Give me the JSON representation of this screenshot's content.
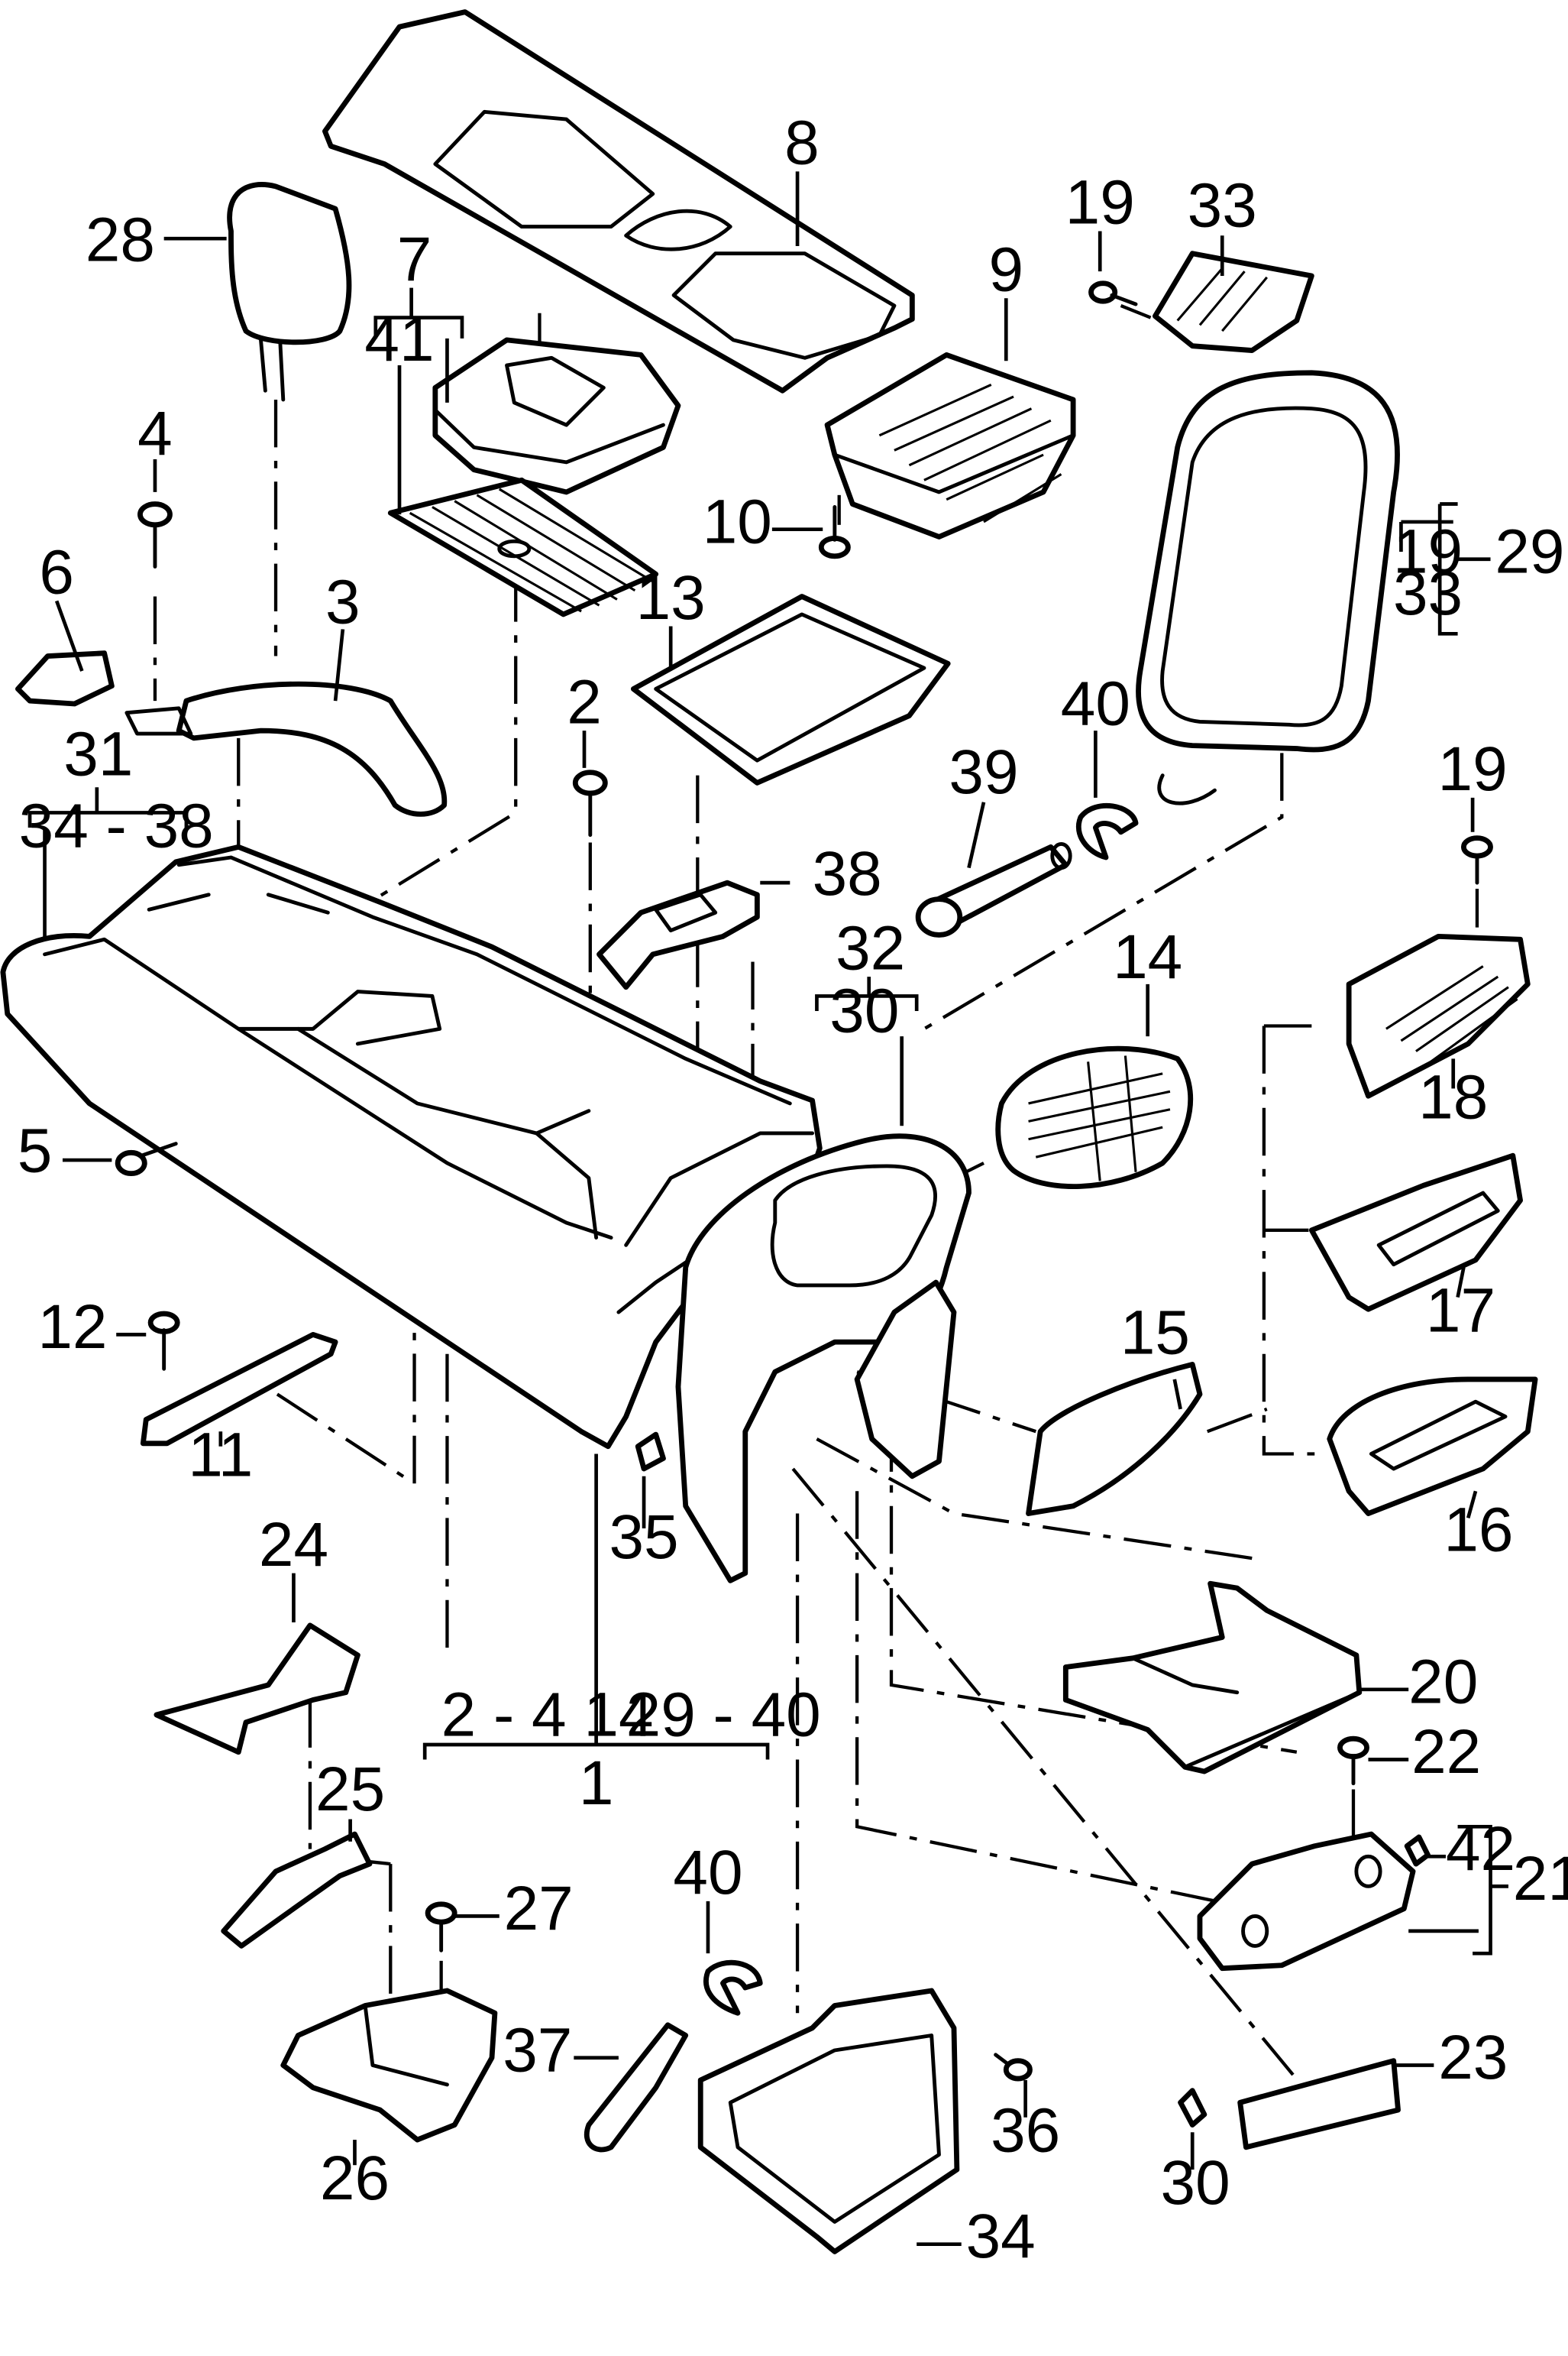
{
  "callouts": {
    "c1": "1",
    "c2a": "2",
    "c2_4_14": "2 - 4  14",
    "c3": "3",
    "c4": "4",
    "c5": "5",
    "c6": "6",
    "c7": "7",
    "c8": "8",
    "c9": "9",
    "c10": "10",
    "c11": "11",
    "c12": "12",
    "c13": "13",
    "c14": "14",
    "c15": "15",
    "c16": "16",
    "c17": "17",
    "c18": "18",
    "c19a": "19",
    "c19b": "19",
    "c19c": "19",
    "c20": "20",
    "c21": "21",
    "c22": "22",
    "c23": "23",
    "c24": "24",
    "c25": "25",
    "c26": "26",
    "c27": "27",
    "c28": "28",
    "c29": "29",
    "c29_40": "29 - 40",
    "c30a": "30",
    "c30b": "30",
    "c31": "31",
    "c32": "32",
    "c33a": "33",
    "c33b": "33",
    "c34": "34",
    "c34_38": "34 - 38",
    "c35": "35",
    "c36": "36",
    "c37": "37",
    "c38": "38",
    "c39": "39",
    "c40a": "40",
    "c40b": "40",
    "c41": "41",
    "c42": "42"
  }
}
